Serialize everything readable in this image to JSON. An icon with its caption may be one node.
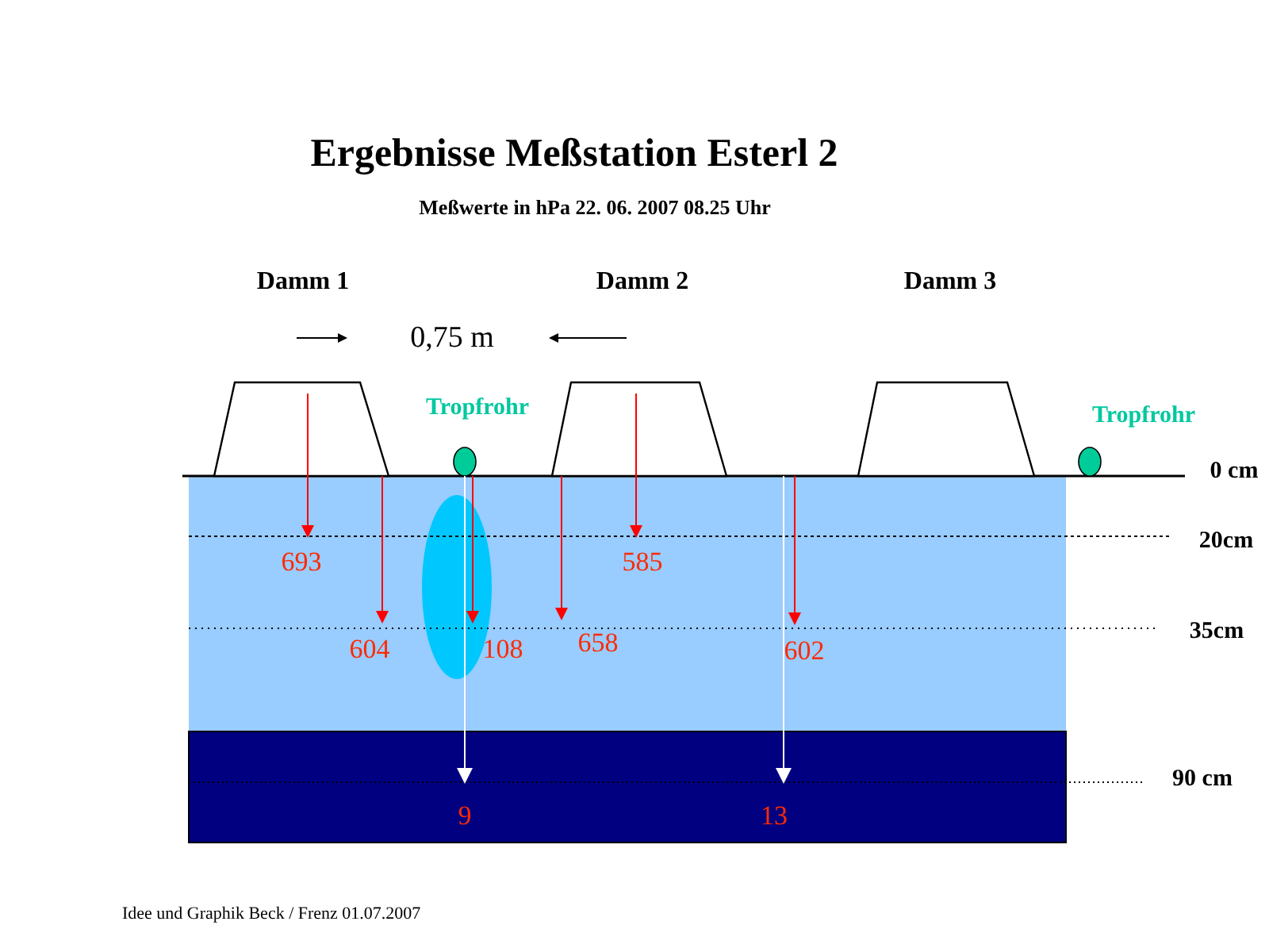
{
  "diagram": {
    "title": "Ergebnisse Meßstation Esterl 2",
    "labels": [
      "Meßwerte in hPa 22. 06. 2007 08.25 Uhr",
      "Damm 1",
      "Damm 2",
      "Damm 3",
      "0,75 m",
      "Tropfrohr",
      "Tropfrohr",
      "0 cm",
      "20cm",
      "693",
      "585",
      "35cm",
      "604",
      "108",
      "658",
      "602",
      "90 cm",
      "9",
      "13",
      "Idee und Graphik Beck / Frenz  01.07.2007"
    ]
  }
}
